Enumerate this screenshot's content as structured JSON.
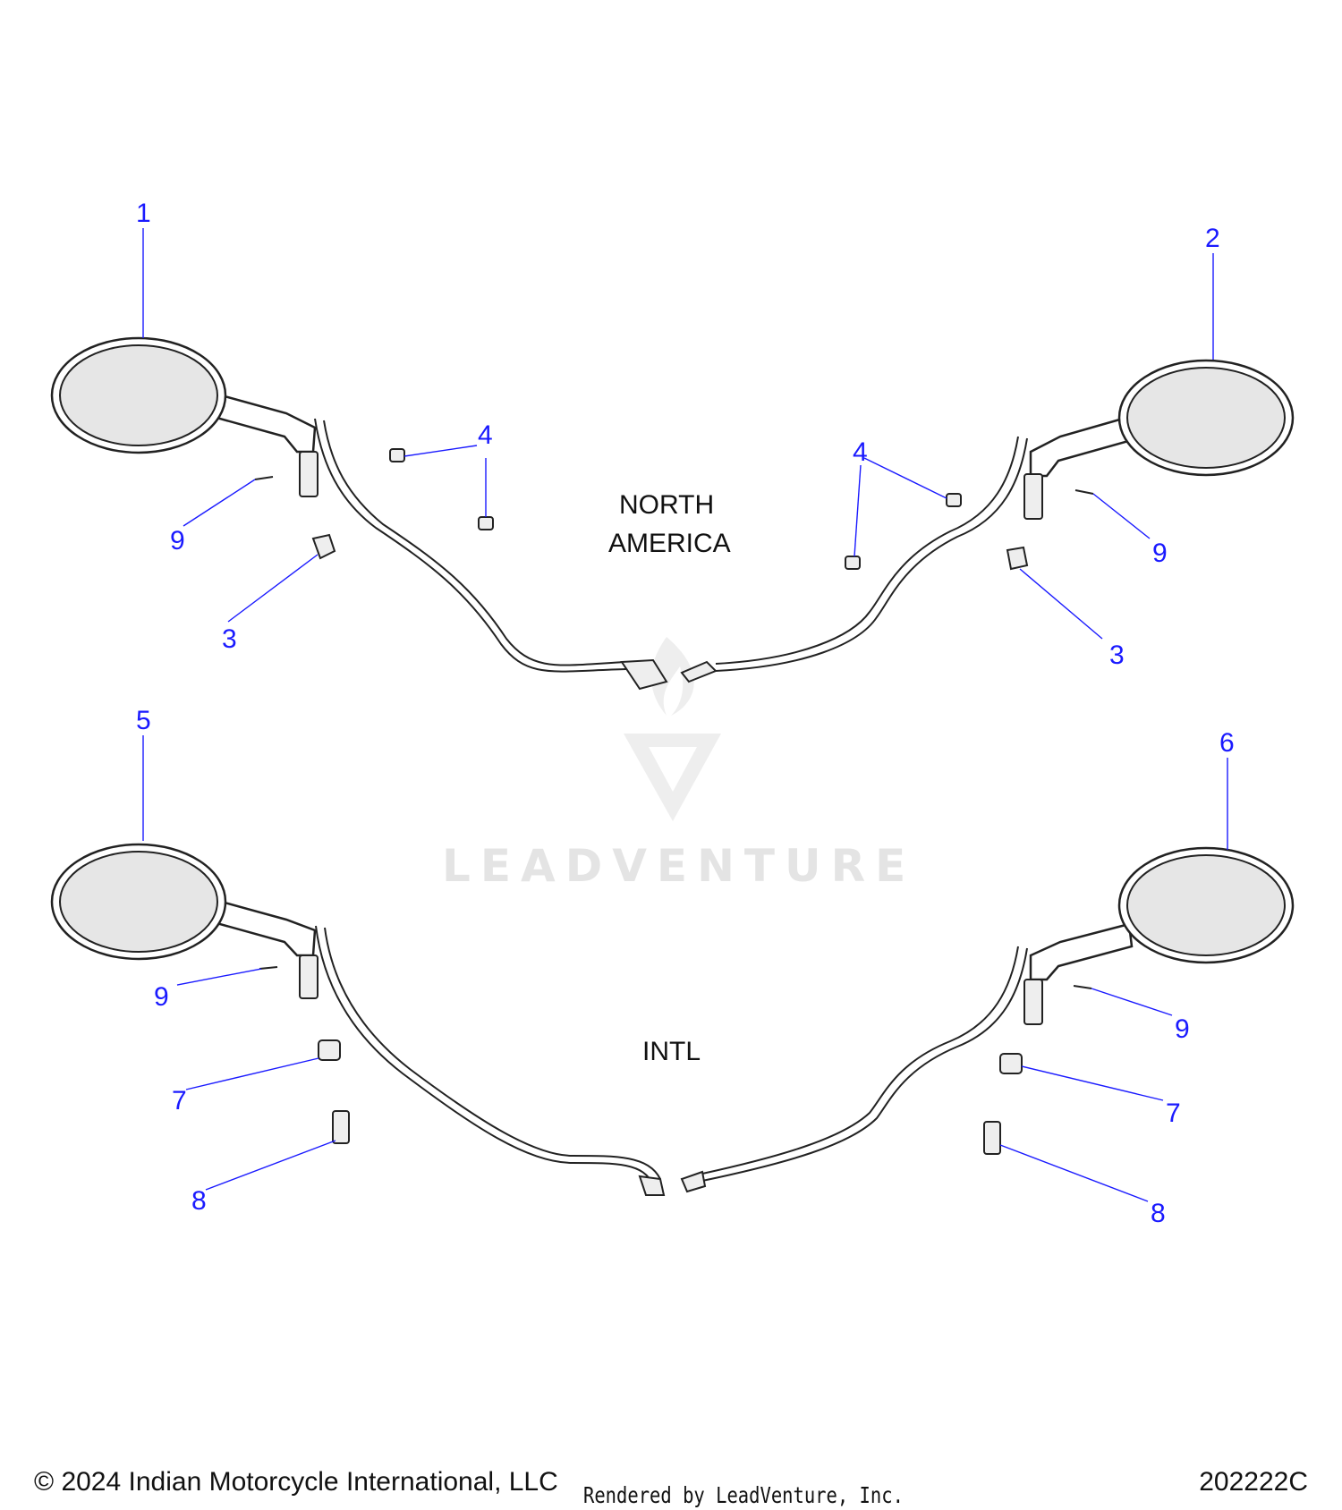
{
  "callouts": {
    "c1": "1",
    "c2": "2",
    "c3a": "3",
    "c3b": "3",
    "c4a": "4",
    "c4b": "4",
    "c5": "5",
    "c6": "6",
    "c7a": "7",
    "c7b": "7",
    "c8a": "8",
    "c8b": "8",
    "c9a": "9",
    "c9b": "9",
    "c9c": "9",
    "c9d": "9"
  },
  "regions": {
    "north_america_line1": "NORTH",
    "north_america_line2": "AMERICA",
    "intl": "INTL"
  },
  "watermark": "LEADVENTURE",
  "footer": {
    "copyright": "© 2024 Indian Motorcycle International, LLC",
    "rendered_by": "Rendered by LeadVenture, Inc.",
    "diagram_id": "202222C"
  },
  "colors": {
    "callout": "#1a1aff",
    "line_art": "#222222",
    "watermark": "#e4e4e4"
  }
}
